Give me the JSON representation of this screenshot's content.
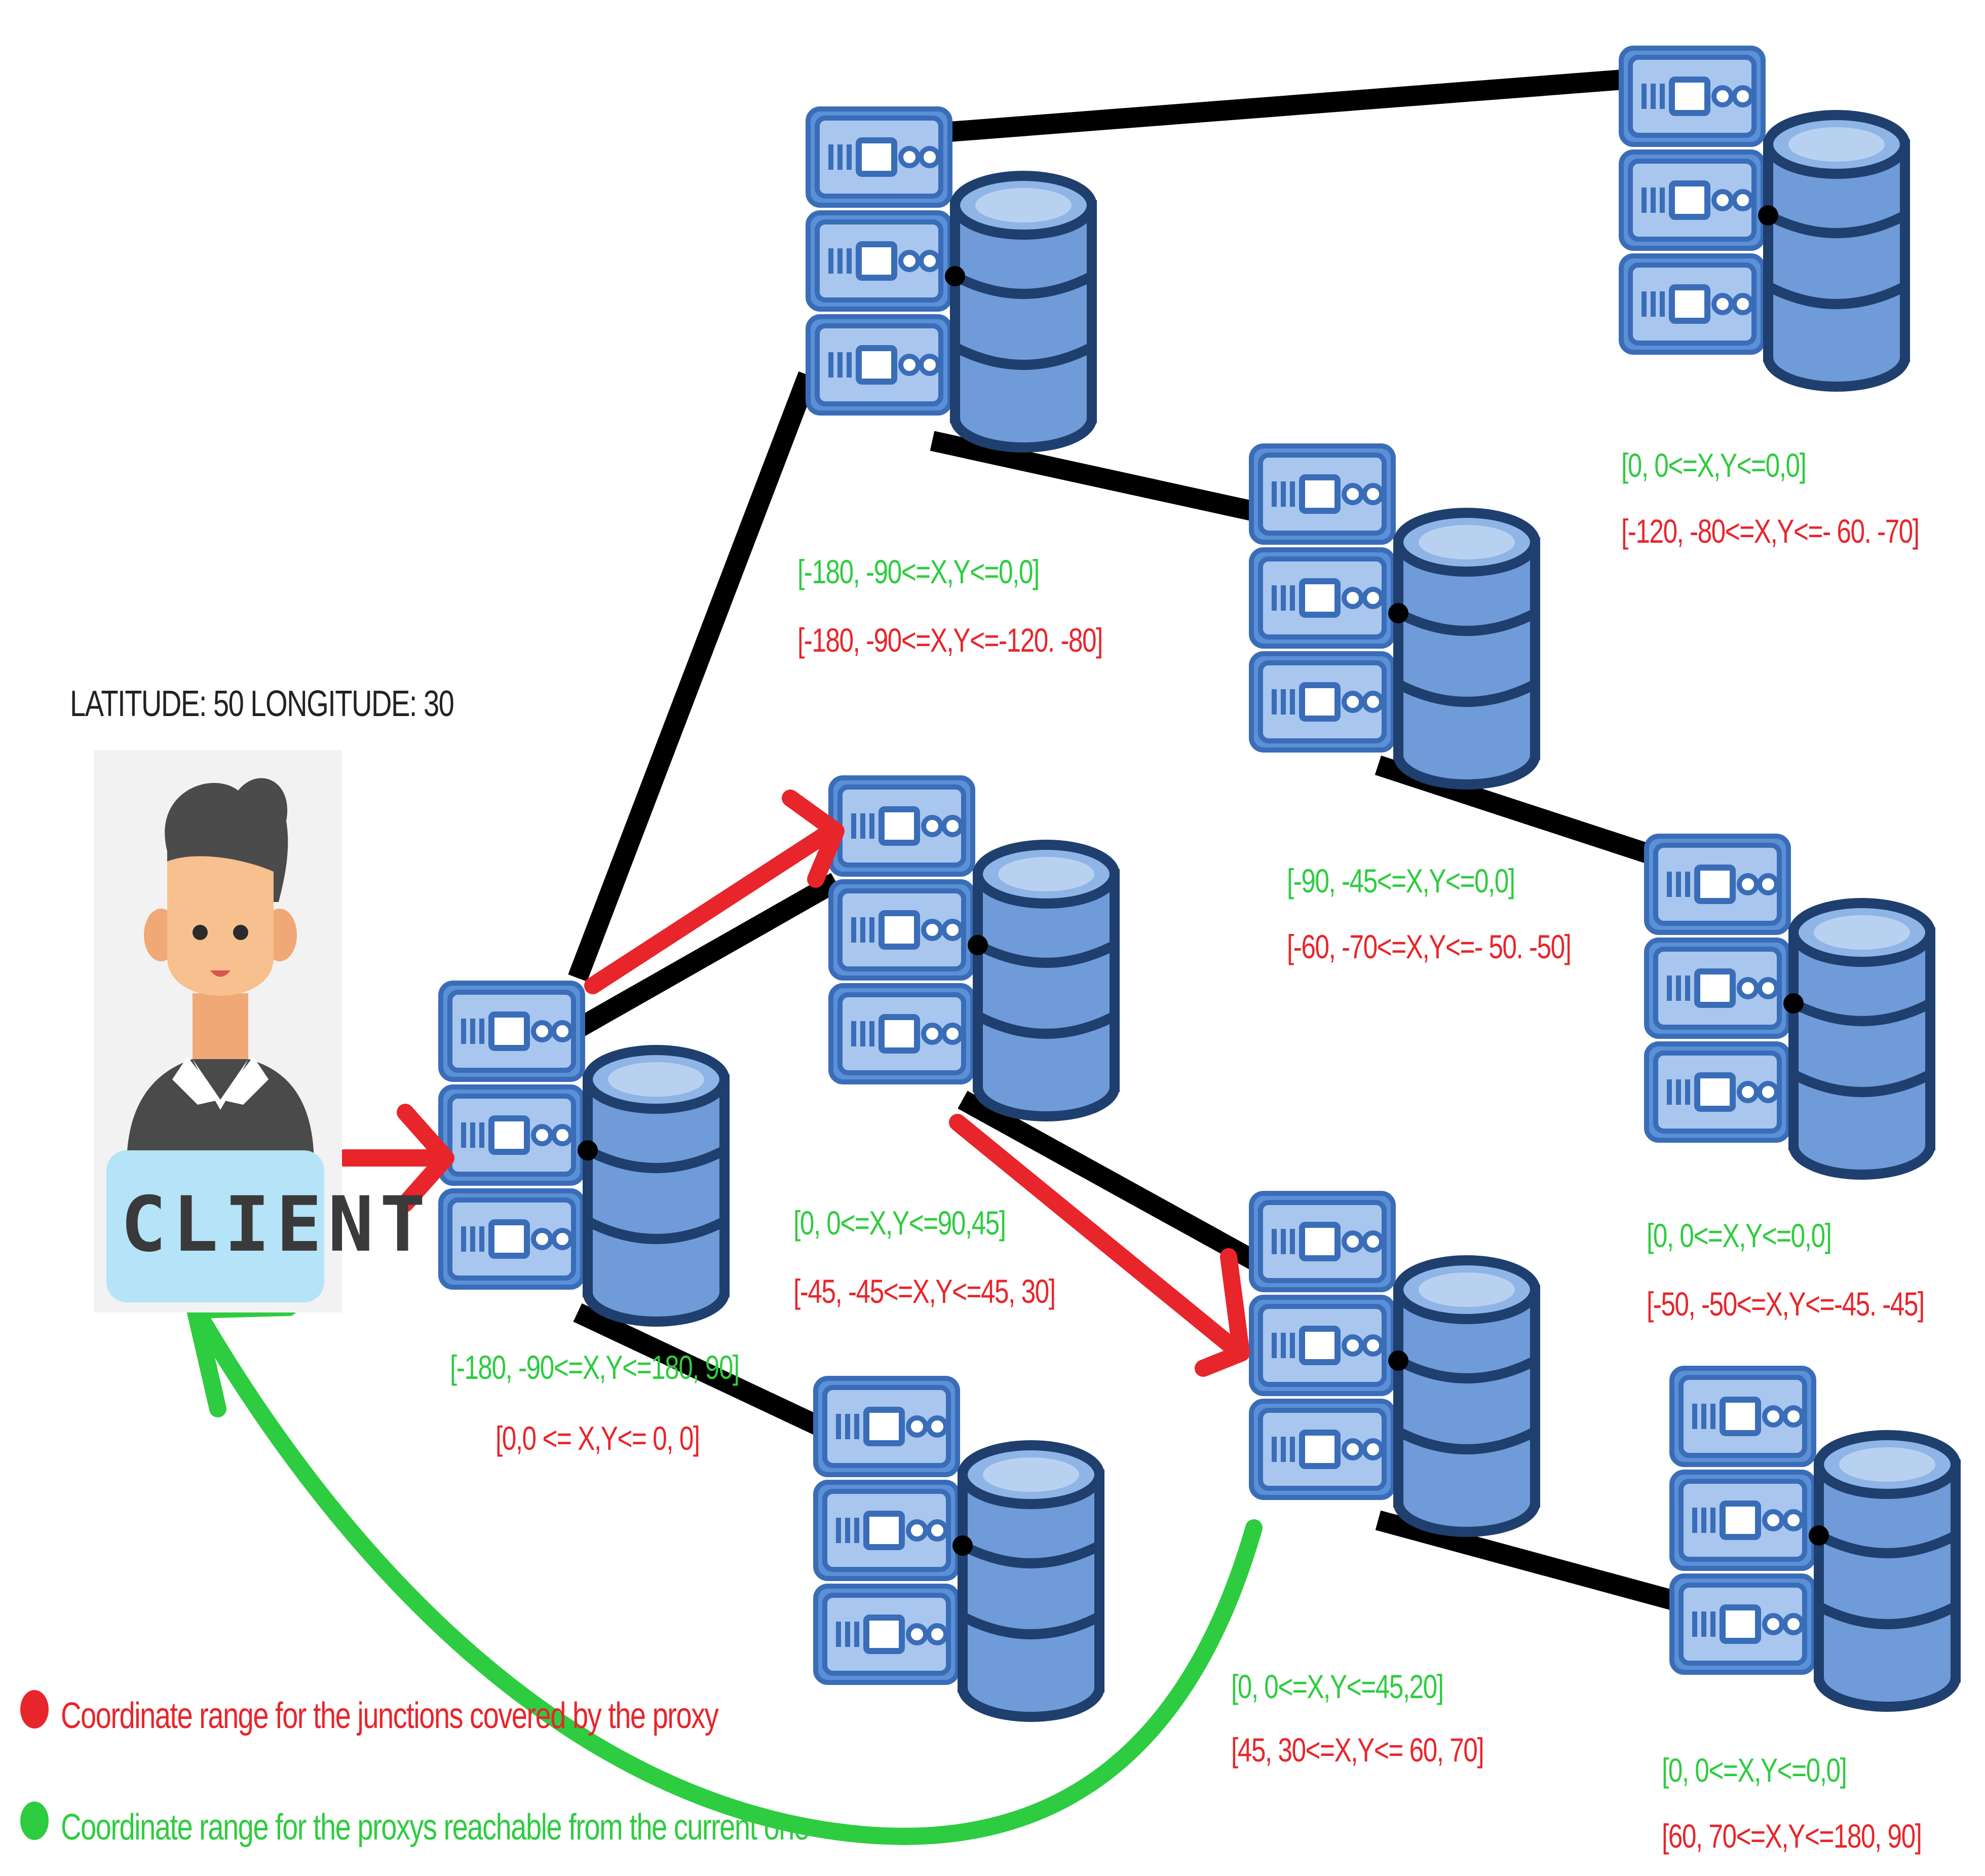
{
  "colors": {
    "red": "#e8252b",
    "green": "#2ecc40",
    "server_fill": "#5b8fd6",
    "server_line": "#3a6db8",
    "db_dark": "#1f3f6e",
    "db_light": "#8fb4e6",
    "edge": "#000000"
  },
  "client": {
    "header": "LATITUDE: 50 LONGITUDE: 30",
    "label": "CLIENT",
    "icon": "person-avatar-icon"
  },
  "proxies": [
    {
      "id": "root",
      "icon": "server-database-icon",
      "green": "[-180, -90<=X,Y<=180, 90]",
      "red": "[0,0 <= X,Y<= 0, 0]"
    },
    {
      "id": "upper",
      "icon": "server-database-icon",
      "green": "[-180, -90<=X,Y<=0,0]",
      "red": "[-180, -90<=X,Y<=-120. -80]"
    },
    {
      "id": "middle",
      "icon": "server-database-icon",
      "green": "[0, 0<=X,Y<=90,45]",
      "red": "[-45, -45<=X,Y<=45, 30]"
    },
    {
      "id": "lower",
      "icon": "server-database-icon"
    },
    {
      "id": "top-right",
      "icon": "server-database-icon",
      "green": "[0, 0<=X,Y<=0,0]",
      "red": "[-120, -80<=X,Y<=- 60. -70]"
    },
    {
      "id": "center-right",
      "icon": "server-database-icon",
      "green": "[-90, -45<=X,Y<=0,0]",
      "red": "[-60, -70<=X,Y<=- 50. -50]"
    },
    {
      "id": "right-middle",
      "icon": "server-database-icon",
      "green": "[0, 0<=X,Y<=0,0]",
      "red": "[-50, -50<=X,Y<=-45. -45]"
    },
    {
      "id": "target",
      "icon": "server-database-icon",
      "green": "[0, 0<=X,Y<=45,20]",
      "red": "[45, 30<=X,Y<= 60, 70]"
    },
    {
      "id": "bottom-right",
      "icon": "server-database-icon",
      "green": "[0, 0<=X,Y<=0,0]",
      "red": "[60, 70<=X,Y<=180, 90]"
    }
  ],
  "legend": [
    {
      "color": "red",
      "text": "Coordinate range for the junctions covered by the proxy"
    },
    {
      "color": "green",
      "text": "Coordinate range for the proxys reachable from the current one"
    }
  ]
}
